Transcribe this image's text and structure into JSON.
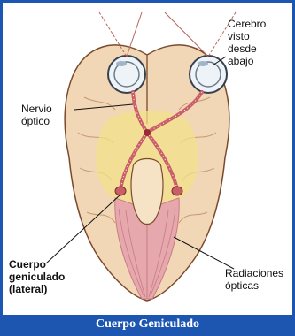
{
  "labels": {
    "cerebro": "Cerebro\nvisto\ndesde\nabajo",
    "nervio": "Nervio\nóptico",
    "cuerpo": "Cuerpo\ngeniculado\n(lateral)",
    "radiaciones": "Radiaciones\nópticas"
  },
  "caption": "Cuerpo Geniculado",
  "colors": {
    "frame": "#1d56b1",
    "brain": "#f2d7b6",
    "brain_shadow": "#d9b08a",
    "radiation": "#e6a7ad",
    "highlight": "#f3e08a",
    "nerve": "#e27f86",
    "caption_bg": "#1d56b1"
  }
}
